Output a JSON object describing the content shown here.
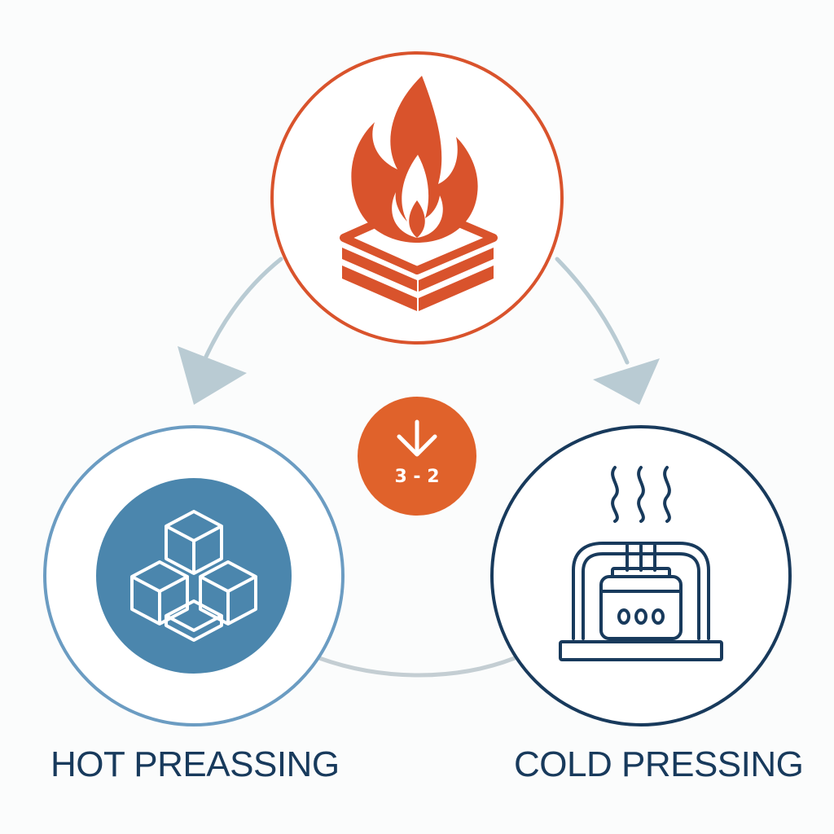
{
  "colors": {
    "background": "#fbfcfc",
    "fire_orange": "#d9532c",
    "badge_orange": "#e0622b",
    "hot_blue": "#4b86ad",
    "hot_ring": "#6b9cc2",
    "cold_navy": "#183a5c",
    "arrow_gray": "#b9cbd3",
    "text": "#183a5c"
  },
  "nodes": {
    "top": {
      "icon": "flame-on-slab-icon"
    },
    "left": {
      "icon": "stacked-cubes-icon",
      "label": "HOT PREASSING"
    },
    "right": {
      "icon": "press-machine-icon",
      "label": "COLD PRESSING"
    }
  },
  "badge": {
    "icon": "down-arrow-icon",
    "text": "3 - 2"
  }
}
